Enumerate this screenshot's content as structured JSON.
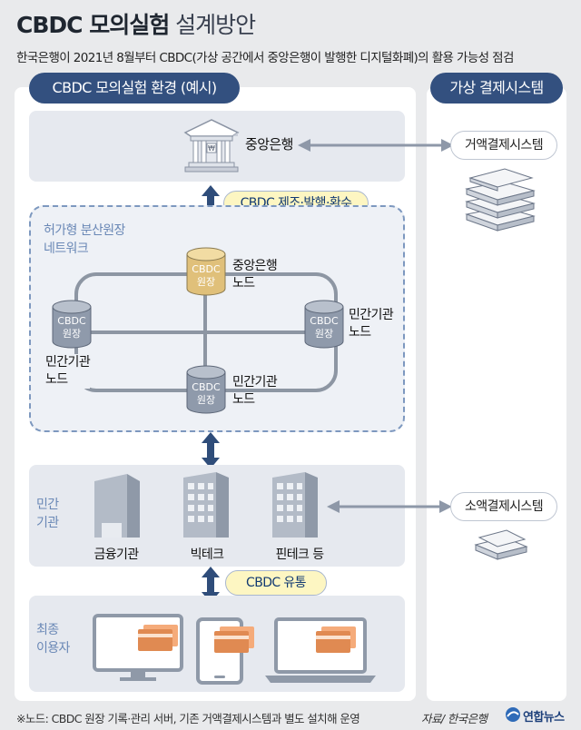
{
  "title": {
    "bold": "CBDC 모의실험",
    "light": "설계방안"
  },
  "subtitle": "한국은행이 2021년 8월부터 CBDC(가상 공간에서 중앙은행이 발행한 디지털화폐)의 활용 가능성 점검",
  "left_header": "CBDC 모의실험 환경 (예시)",
  "right_header": "가상 결제시스템",
  "central_bank": "중앙은행",
  "wholesale_system": "거액결제시스템",
  "issue_label": "CBDC 제조·발행·환수",
  "network_label_1": "허가형 분산원장",
  "network_label_2": "네트워크",
  "ledger_text_1": "CBDC",
  "ledger_text_2": "원장",
  "node_central": [
    "중앙은행",
    "노드"
  ],
  "node_private": [
    "민간기관",
    "노드"
  ],
  "private_section_label": [
    "민간",
    "기관"
  ],
  "institutions": [
    "금융기관",
    "빅테크",
    "핀테크 등"
  ],
  "retail_system": "소액결제시스템",
  "circulation_label": "CBDC 유통",
  "end_user_label": [
    "최종",
    "이용자"
  ],
  "footnote": "※노드: CBDC 원장 기록·관리 서버, 기존 거액결제시스템과 별도 설치해 운영",
  "source": "자료/ 한국은행",
  "logo": "연합뉴스",
  "colors": {
    "navy": "#33507f",
    "gold": "#e0c07a",
    "gray_cyl": "#8f9aab",
    "arrow": "#2f4d7a"
  }
}
